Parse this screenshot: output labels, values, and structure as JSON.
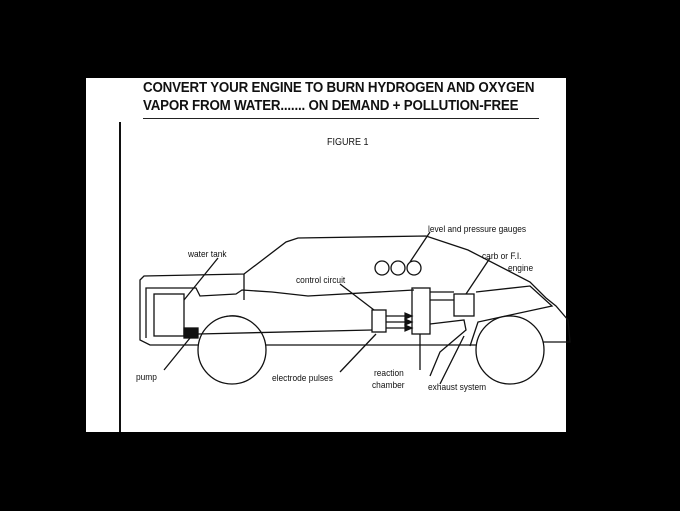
{
  "title": {
    "line1": "CONVERT YOUR ENGINE TO BURN HYDROGEN AND OXYGEN",
    "line2": "VAPOR FROM WATER.......  ON DEMAND + POLLUTION-FREE"
  },
  "figure_label": "FIGURE 1",
  "labels": {
    "water_tank": "water tank",
    "pump": "pump",
    "control_circuit": "control circuit",
    "electrode_pulses": "electrode pulses",
    "reaction_chamber_1": "reaction",
    "reaction_chamber_2": "chamber",
    "level_gauges": "level and pressure gauges",
    "carb_1": "carb or F.I.",
    "carb_2": "engine",
    "exhaust": "exhaust system"
  },
  "colors": {
    "background": "#000000",
    "paper": "#ffffff",
    "ink": "#111111"
  }
}
